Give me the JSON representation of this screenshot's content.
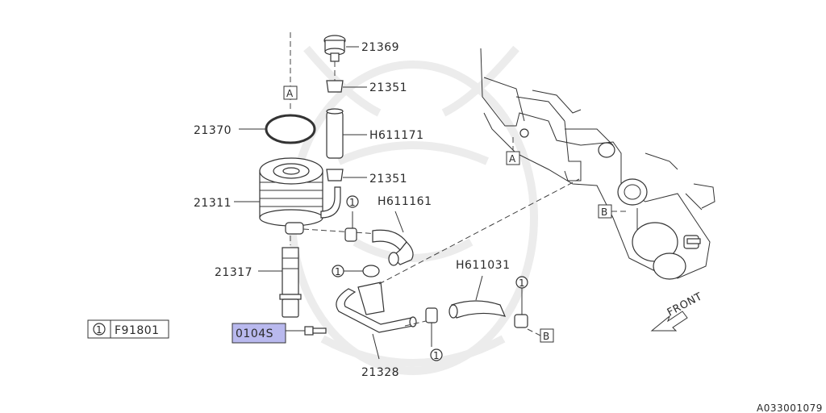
{
  "parts": {
    "p21369": "21369",
    "p21351_top": "21351",
    "p21351_bottom": "21351",
    "h611171": "H611171",
    "p21370": "21370",
    "p21311": "21311",
    "h611161": "H611161",
    "p21317": "21317",
    "h611031": "H611031",
    "p21328": "21328",
    "p0104s": "0104S"
  },
  "reference_labels": {
    "a": "A",
    "b": "B"
  },
  "legend": {
    "index": "1",
    "code": "F91801"
  },
  "clamp_index": "1",
  "direction_label": "FRONT",
  "diagram_id": "A033001079",
  "colors": {
    "highlight": "#b9b9ee",
    "line": "#333333",
    "watermark": "#ececec"
  }
}
